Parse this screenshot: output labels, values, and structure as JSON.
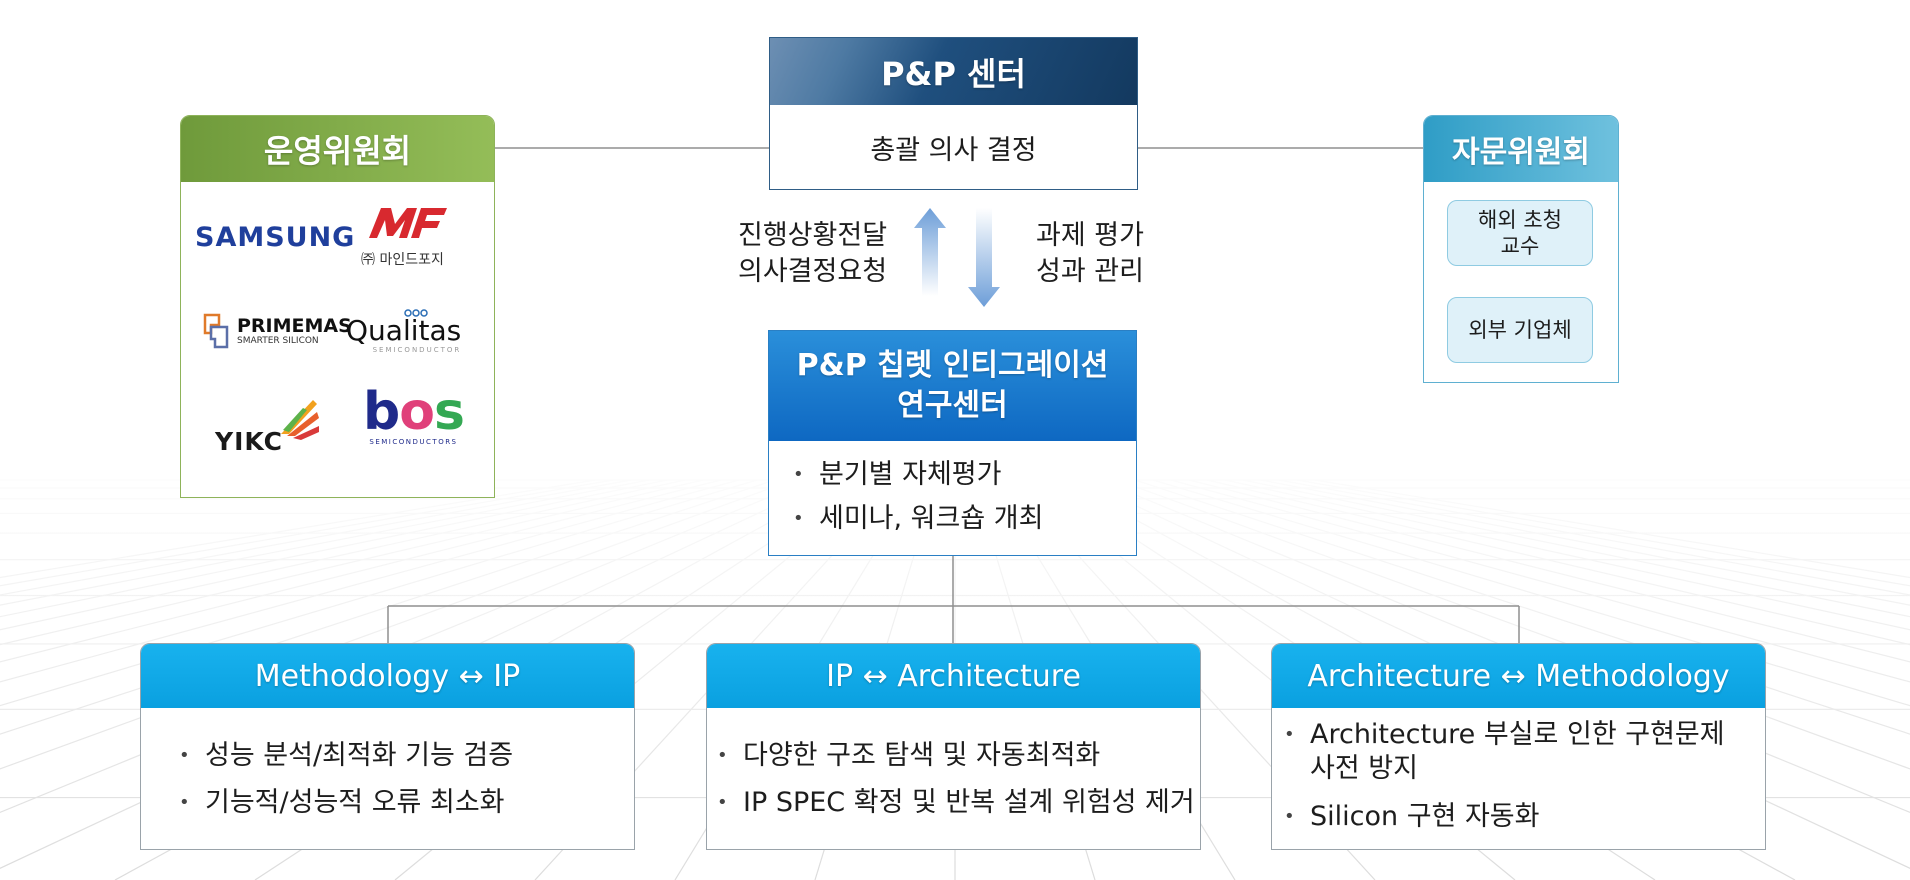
{
  "center": {
    "title": "P&P 센터",
    "body": "총괄 의사 결정"
  },
  "steering": {
    "title": "운영위원회",
    "logos": {
      "samsung": "SAMSUNG",
      "mindforge": "㈜ 마인드포지",
      "primemas": "PRIMEMAS",
      "primemas_sub": "SMARTER SILICON",
      "qualitas": "Qualitas",
      "qualitas_sub": "SEMICONDUCTOR",
      "yikc": "YIKC",
      "bos": "bos",
      "bos_sub": "SEMICONDUCTORS"
    }
  },
  "advisory": {
    "title": "자문위원회",
    "items": [
      "해외 초청\n교수",
      "외부 기업체"
    ]
  },
  "arrows": {
    "up_label_1": "진행상황전달",
    "up_label_2": "의사결정요청",
    "down_label_1": "과제 평가",
    "down_label_2": "성과 관리"
  },
  "research": {
    "title_1": "P&P 칩렛 인티그레이션",
    "title_2": "연구센터",
    "items": [
      "분기별 자체평가",
      "세미나, 워크숍 개최"
    ]
  },
  "bottom": [
    {
      "title": "Methodology ↔ IP",
      "items": [
        "성능 분석/최적화 기능 검증",
        "기능적/성능적 오류 최소화"
      ]
    },
    {
      "title": "IP ↔ Architecture",
      "items": [
        "다양한 구조 탐색 및 자동최적화",
        "IP SPEC 확정 및 반복 설계 위험성 제거"
      ]
    },
    {
      "title": "Architecture ↔ Methodology",
      "items": [
        "Architecture 부실로 인한 구현문제",
        "사전 방지",
        "Silicon 구현 자동화"
      ]
    }
  ],
  "colors": {
    "center_header": "#1f4f7e",
    "steering_header": "#8ab552",
    "advisory_header": "#4fb1d6",
    "research_header": "#1a7fd0",
    "bottom_header": "#10aaea"
  }
}
